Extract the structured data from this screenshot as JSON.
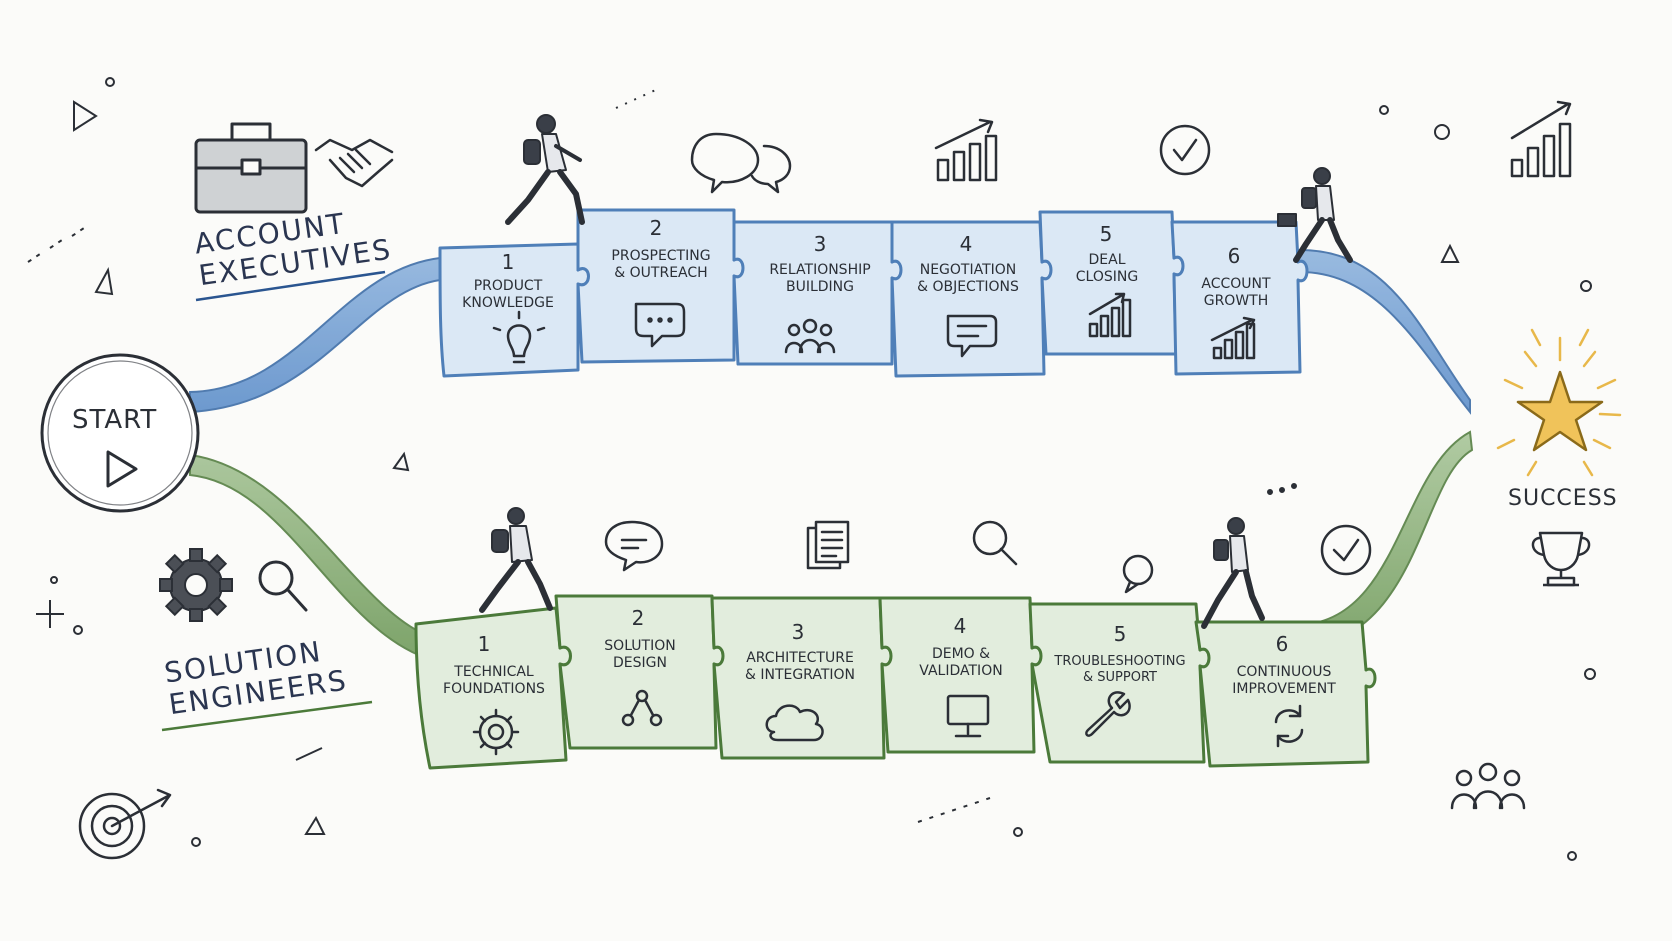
{
  "start": {
    "label": "START"
  },
  "success": {
    "label": "SUCCESS"
  },
  "tracks": {
    "account_executives": {
      "title_line1": "ACCOUNT",
      "title_line2": "EXECUTIVES",
      "color": "#5b8fc9",
      "fill": "#d9e6f3",
      "steps": [
        {
          "num": "1",
          "line1": "PRODUCT",
          "line2": "KNOWLEDGE",
          "icon": "lightbulb-icon"
        },
        {
          "num": "2",
          "line1": "PROSPECTING",
          "line2": "& OUTREACH",
          "icon": "chat-bubble-icon"
        },
        {
          "num": "3",
          "line1": "RELATIONSHIP",
          "line2": "BUILDING",
          "icon": "people-icon"
        },
        {
          "num": "4",
          "line1": "NEGOTIATION",
          "line2": "& OBJECTIONS",
          "icon": "message-icon"
        },
        {
          "num": "5",
          "line1": "DEAL",
          "line2": "CLOSING",
          "icon": "bar-chart-icon"
        },
        {
          "num": "6",
          "line1": "ACCOUNT",
          "line2": "GROWTH",
          "icon": "growth-chart-icon"
        }
      ]
    },
    "solution_engineers": {
      "title_line1": "SOLUTION",
      "title_line2": "ENGINEERS",
      "color": "#6f9a5a",
      "fill": "#dfeadb",
      "steps": [
        {
          "num": "1",
          "line1": "TECHNICAL",
          "line2": "FOUNDATIONS",
          "icon": "gear-icon"
        },
        {
          "num": "2",
          "line1": "SOLUTION",
          "line2": "DESIGN",
          "icon": "network-icon"
        },
        {
          "num": "3",
          "line1": "ARCHITECTURE",
          "line2": "& INTEGRATION",
          "icon": "cloud-icon"
        },
        {
          "num": "4",
          "line1": "DEMO &",
          "line2": "VALIDATION",
          "icon": "monitor-icon"
        },
        {
          "num": "5",
          "line1": "TROUBLESHOOTING",
          "line2": "& SUPPORT",
          "icon": "wrench-icon"
        },
        {
          "num": "6",
          "line1": "CONTINUOUS",
          "line2": "IMPROVEMENT",
          "icon": "refresh-icon"
        }
      ]
    }
  },
  "colors": {
    "ink": "#2b2f36",
    "blue": "#5b8fc9",
    "green": "#6f9a5a",
    "star": "#e8b84a"
  }
}
